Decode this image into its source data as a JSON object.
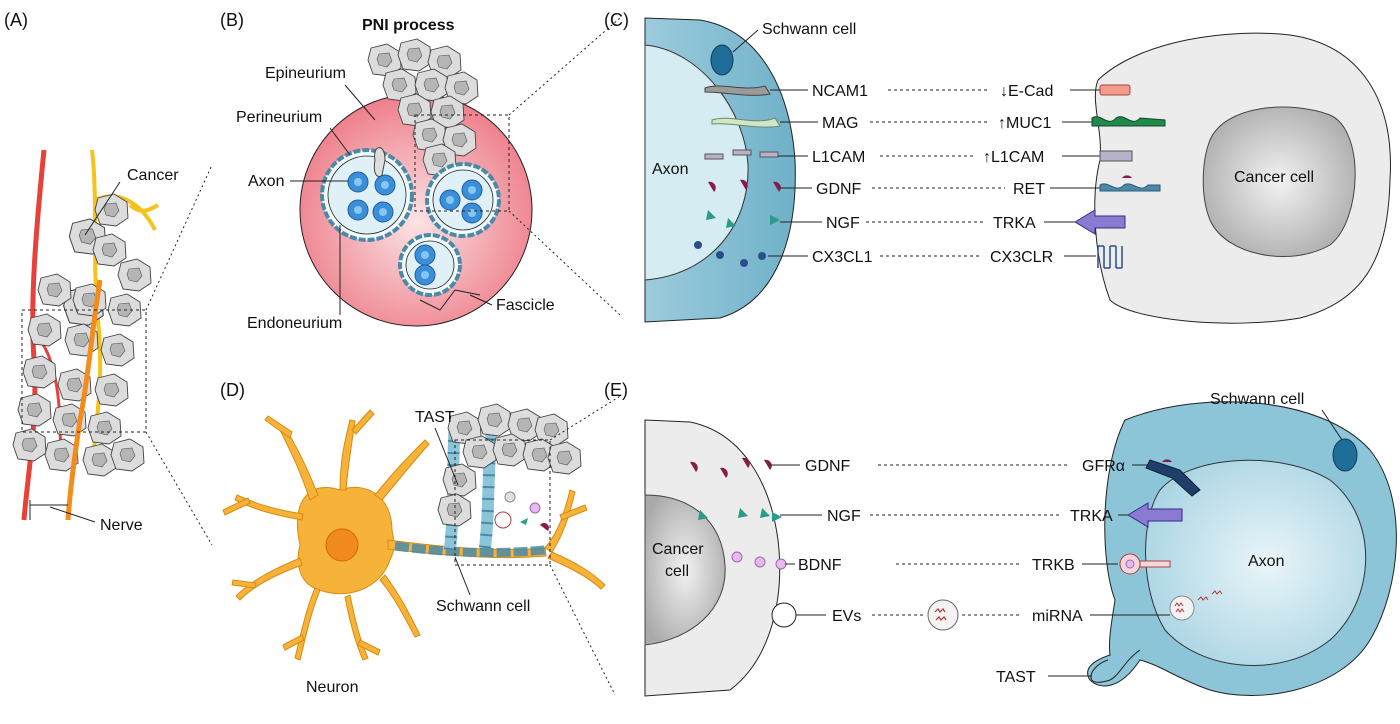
{
  "colors": {
    "nerve_red": "#e8413a",
    "nerve_yellow": "#f5c31b",
    "nerve_orange": "#f28c1a",
    "schwann_blue": "#8cc4d8",
    "axon_light": "#d6ecf3",
    "tumor_gray": "#d9d9d9",
    "pink_nerve": "#f08c96",
    "neuron_orange": "#f5a623",
    "cell_gray": "#ececec"
  },
  "panel_a": {
    "letter": "(A)",
    "cancer_label": "Cancer",
    "nerve_label": "Nerve"
  },
  "panel_b": {
    "letter": "(B)",
    "title": "PNI process",
    "labels": {
      "epineurium": "Epineurium",
      "perineurium": "Perineurium",
      "axon": "Axon",
      "endoneurium": "Endoneurium",
      "fascicle": "Fascicle"
    }
  },
  "panel_c": {
    "letter": "(C)",
    "schwann_label": "Schwann cell",
    "axon_label": "Axon",
    "cancer_label": "Cancer cell",
    "pairs": [
      {
        "left": "NCAM1",
        "right": "↓E-Cad"
      },
      {
        "left": "MAG",
        "right": "↑MUC1"
      },
      {
        "left": "L1CAM",
        "right": "↑L1CAM"
      },
      {
        "left": "GDNF",
        "right": "RET"
      },
      {
        "left": "NGF",
        "right": "TRKA"
      },
      {
        "left": "CX3CL1",
        "right": "CX3CLR"
      }
    ]
  },
  "panel_d": {
    "letter": "(D)",
    "tast_label": "TAST",
    "neuron_label": "Neuron",
    "schwann_label": "Schwann cell"
  },
  "panel_e": {
    "letter": "(E)",
    "schwann_label": "Schwann cell",
    "cancer_label_1": "Cancer",
    "cancer_label_2": "cell",
    "axon_label": "Axon",
    "tast_label": "TAST",
    "pairs": [
      {
        "left": "GDNF",
        "right": "GFRα"
      },
      {
        "left": "NGF",
        "right": "TRKA"
      },
      {
        "left": "BDNF",
        "right": "TRKB"
      },
      {
        "left": "EVs",
        "right": "miRNA"
      }
    ]
  }
}
